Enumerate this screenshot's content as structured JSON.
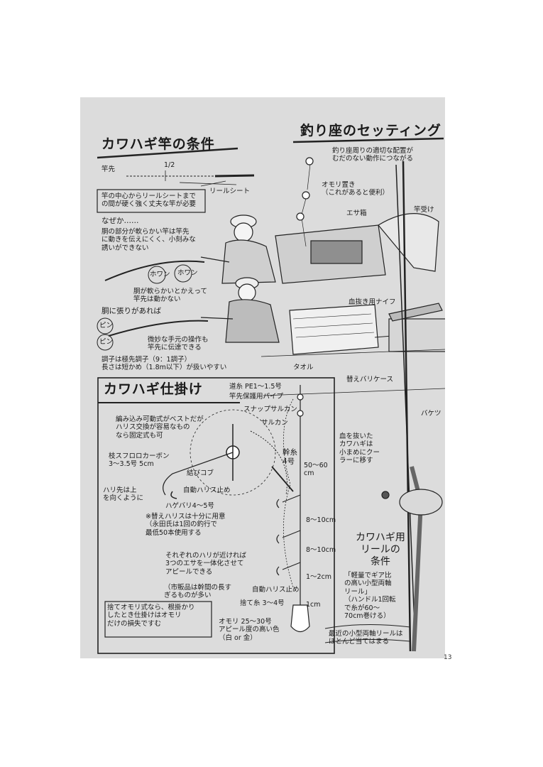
{
  "rod_section": {
    "title": "カワハギ竿の条件",
    "tip_label": "竿先",
    "half_label": "1/2",
    "reel_seat_label": "リールシート",
    "box_note": "竿の中心からリールシートまで\nの間が硬く強く丈夫な竿が必要",
    "why_title": "なぜか……",
    "why_text": "胴の部分が軟らかい竿は竿先\nに動きを伝えにくく、小刻みな\n誘いができない",
    "sound_1": "ホワン",
    "sound_2": "ホワン",
    "soft_note": "胴が軟らかいとかえって\n竿先は動かない",
    "stiff_title": "胴に張りがあれば",
    "sound_3": "ピン",
    "sound_4": "ピン",
    "stiff_note": "微妙な手元の操作も\n竿先に伝達できる",
    "action_note": "調子は極先調子（9：1調子）\n長さは短かめ（1.8m以下）が扱いやすい"
  },
  "seat_section": {
    "title": "釣り座のセッティング",
    "intro": "釣り座周りの適切な配置が\nむだのない動作につながる",
    "weight_holder": "オモリ置き\n（これがあると便利）",
    "bait_box": "エサ箱",
    "rod_holder": "竿受け",
    "knife": "血抜き用ナイフ",
    "towel": "タオル",
    "spare_case": "替えバリケース",
    "bucket": "バケツ",
    "blood_note": "血を抜いた\nカワハギは\n小まめにクー\nラーに移す"
  },
  "rig_section": {
    "title": "カワハギ仕掛け",
    "main_line": "道糸 PE1～1.5号",
    "tip_pipe": "竿先保護用パイプ",
    "snap_swivel": "スナップサルカン",
    "swivel": "サルカン",
    "braid_note": "編み込み可動式がベストだが\nハリス交換が容易なもの\nなら固定式も可",
    "branch_line": "枝スフロロカーボン\n3～3.5号 5cm",
    "knot": "結びコブ",
    "hook_tip": "ハリ先は上\nを向くように",
    "auto_stop": "自動ハリス止め",
    "trunk": "幹糸\n4号",
    "trunk_len": "50～60\ncm",
    "hook_size": "ハゲバリ4～5号",
    "spare_hooks": "※替えハリスは十分に用意\n（永田氏は1回の釣行で\n最低50本使用する",
    "gap_1": "8～10cm",
    "gap_2": "8～10cm",
    "appeal_note": "それぞれのハリが近ければ\n3つのエサを一体化させて\nアピールできる",
    "market_note": "（市販品は幹間の長す\nぎるものが多い",
    "gap_3": "1～2cm",
    "auto_stop_2": "自動ハリス止め",
    "sinker_line": "捨て糸 3～4号",
    "gap_4": "1cm",
    "sinker_box": "捨てオモリ式なら、根掛かり\nしたとき仕掛けはオモリ\nだけの損失ですむ",
    "sinker": "オモリ 25～30号\nアピール度の高い色\n（白 or 金）"
  },
  "reel_section": {
    "title": "カワハギ用\nリールの\n条件",
    "cond": "「軽量でギア比\nの高い小型両軸\nリール」\n（ハンドル1回転\nで糸が60～\n70cm巻ける）",
    "note": "最近の小型両軸リールは\nほとんど当てはまる"
  },
  "page_number": "13"
}
